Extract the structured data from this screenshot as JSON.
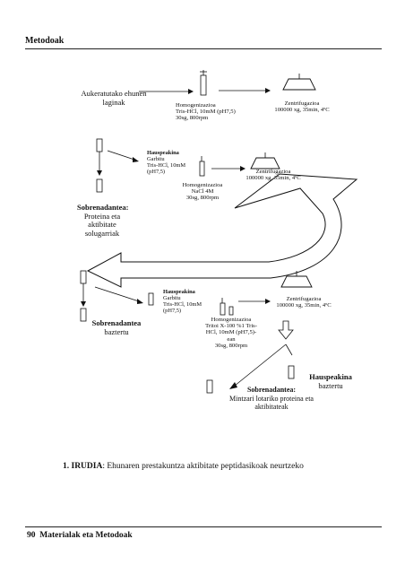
{
  "header": {
    "section_title": "Metodoak"
  },
  "figure": {
    "step1": {
      "source_label": "Aukeratutako ehunen laginak",
      "homogenization": [
        "Homogenizazioa",
        "Tris-HCl, 10mM (pH7,5)",
        "30sg, 800rpm"
      ],
      "centrifugation": [
        "Zentrifugazioa",
        "100000 xg, 35min, 4ºC"
      ]
    },
    "step2": {
      "pellet": [
        "Hauspeakina",
        "Garbitu",
        "Tris-HCl, 10mM",
        "(pH7,5)"
      ],
      "homogenization": [
        "Homogenizazioa",
        "NaCl 4M",
        "30sg, 800rpm"
      ],
      "centrifugation": [
        "Zentrifugazioa",
        "100000 xg, 35min, 4ºC"
      ],
      "supernatant": [
        "Sobrenadantea:",
        "Proteina eta",
        "aktibitate",
        "solugarriak"
      ]
    },
    "step3": {
      "pellet": [
        "Hauspeakina",
        "Garbitu",
        "Tris-HCl, 10mM",
        "(pH7,5)"
      ],
      "supernatant_discard": [
        "Sobrenadantea",
        "baztertu"
      ],
      "homogenization": [
        "Homogenizazioa",
        "Tritoi X-100 %1 Tris-",
        "HCl, 10mM (pH7,5)-",
        "ean",
        "30sg, 800rpm"
      ],
      "centrifugation": [
        "Zentrifugazioa",
        "100000 xg, 35min, 4ºC"
      ],
      "final_pellet": [
        "Hauspeakina",
        "baztertu"
      ],
      "final_supernatant": [
        "Sobrenadantea:",
        "Mintzari lotariko proteina eta",
        "aktibitateak"
      ]
    },
    "caption_label": "1. IRUDIA",
    "caption_text": ": Ehunaren prestakuntza aktibitate peptidasikoak neurtzeko"
  },
  "footer": {
    "page_number": "90",
    "footer_title": "Materialak eta Metodoak"
  }
}
